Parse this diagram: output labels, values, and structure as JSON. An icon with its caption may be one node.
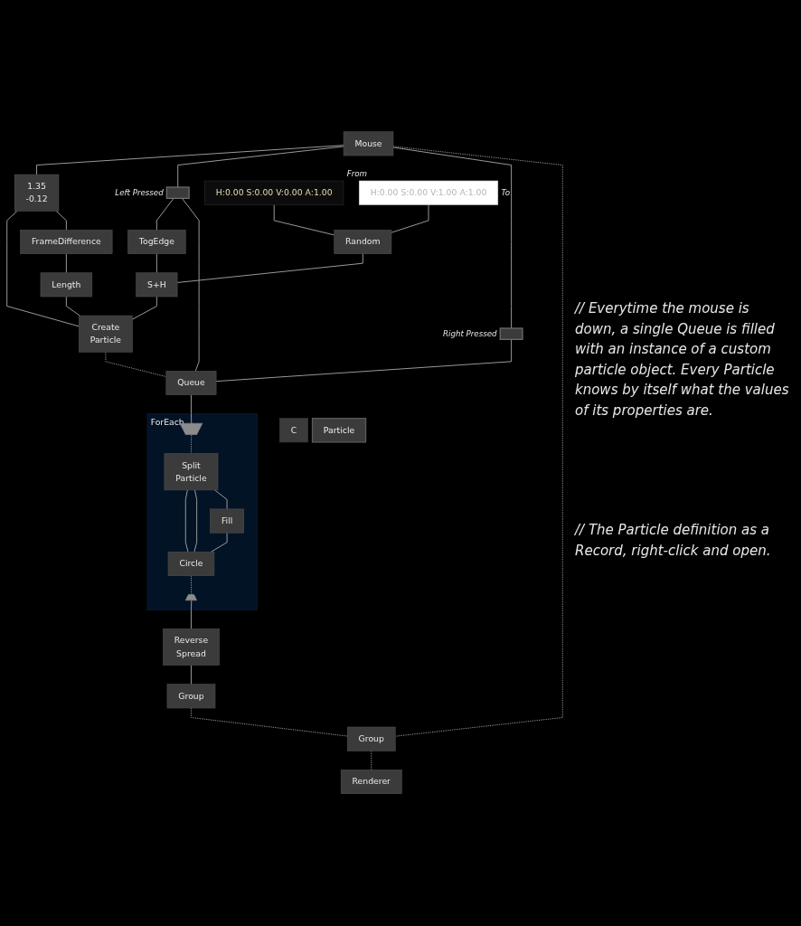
{
  "diagram": {
    "nodes": [
      {
        "text": [
          "Mouse"
        ]
      },
      {
        "text": [
          "1.35",
          "-0.12"
        ]
      },
      {
        "text": [],
        "shape": "box",
        "beside": [
          "Left Pressed"
        ]
      },
      {
        "text": [],
        "shape": "box",
        "beside": [
          "Right Pressed"
        ]
      },
      {
        "text": [
          "H:0.00 S:0.00 V:0.00 A:1.00"
        ],
        "beside": [
          "From"
        ]
      },
      {
        "text": [
          "H:0.00 S:0.00 V:1.00 A:1.00"
        ],
        "beside": [
          "To"
        ]
      },
      {
        "text": [
          "Random"
        ]
      },
      {
        "text": [
          "FrameDifference"
        ]
      },
      {
        "text": [
          "TogEdge"
        ]
      },
      {
        "text": [
          "Length"
        ]
      },
      {
        "text": [
          "S+H"
        ]
      },
      {
        "text": [
          "Create",
          "Particle"
        ]
      },
      {
        "text": [
          "Queue"
        ]
      },
      {
        "text": [
          "ForEach"
        ]
      },
      {
        "text": [],
        "shape": "trapezoid",
        "in": 13
      },
      {
        "text": [
          "Split",
          "Particle"
        ],
        "in": 13
      },
      {
        "text": [
          "Fill"
        ],
        "in": 13
      },
      {
        "text": [
          "Circle"
        ],
        "in": 13
      },
      {
        "text": [],
        "shape": "trapezoid",
        "in": 13
      },
      {
        "text": [
          "C"
        ]
      },
      {
        "text": [
          "Particle"
        ]
      },
      {
        "text": [
          "Reverse",
          "Spread"
        ]
      },
      {
        "text": [
          "Group"
        ]
      },
      {
        "text": [
          "Group"
        ]
      },
      {
        "text": [
          "Renderer"
        ]
      }
    ],
    "edges": [
      {
        "from": 0,
        "to": 1,
        "arrow": "none"
      },
      {
        "from": 0,
        "to": 2,
        "arrow": "none"
      },
      {
        "from": 0,
        "to": 3,
        "arrow": "none"
      },
      {
        "from": 0,
        "to": 23,
        "arrow": "none",
        "style": "dashed"
      },
      {
        "from": 1,
        "to": 11,
        "arrow": "none"
      },
      {
        "from": 1,
        "to": 7,
        "arrow": "none"
      },
      {
        "from": 2,
        "to": 8,
        "arrow": "none"
      },
      {
        "from": 2,
        "to": 12,
        "arrow": "none"
      },
      {
        "from": 3,
        "to": 12,
        "arrow": "none"
      },
      {
        "from": 4,
        "to": 6,
        "arrow": "none"
      },
      {
        "from": 5,
        "to": 6,
        "arrow": "none"
      },
      {
        "from": 6,
        "to": 10,
        "arrow": "none"
      },
      {
        "from": 8,
        "to": 10,
        "arrow": "none"
      },
      {
        "from": 7,
        "to": 9,
        "arrow": "none"
      },
      {
        "from": 9,
        "to": 11,
        "arrow": "none"
      },
      {
        "from": 10,
        "to": 11,
        "arrow": "none"
      },
      {
        "from": 11,
        "to": 12,
        "arrow": "none",
        "style": "dashed"
      },
      {
        "from": 12,
        "to": 14,
        "arrow": "none"
      },
      {
        "from": 14,
        "to": 15,
        "arrow": "none",
        "style": "dashed"
      },
      {
        "from": 15,
        "to": 17,
        "arrow": "none"
      },
      {
        "from": 15,
        "to": 17,
        "arrow": "none"
      },
      {
        "from": 15,
        "to": 16,
        "arrow": "none"
      },
      {
        "from": 16,
        "to": 17,
        "arrow": "none"
      },
      {
        "from": 17,
        "to": 18,
        "arrow": "none",
        "style": "dashed"
      },
      {
        "from": 18,
        "to": 21,
        "arrow": "none"
      },
      {
        "from": 21,
        "to": 22,
        "arrow": "none"
      },
      {
        "from": 22,
        "to": 23,
        "arrow": "none",
        "style": "dashed"
      },
      {
        "from": 23,
        "to": 24,
        "arrow": "none",
        "style": "dashed"
      }
    ],
    "labels": [
      "// Everytime the mouse is down, a single Queue is filled with an instance of a custom particle object. Every Particle knows by itself what the values of its properties are.",
      "// The Particle definition as a Record, right-click and open."
    ]
  }
}
